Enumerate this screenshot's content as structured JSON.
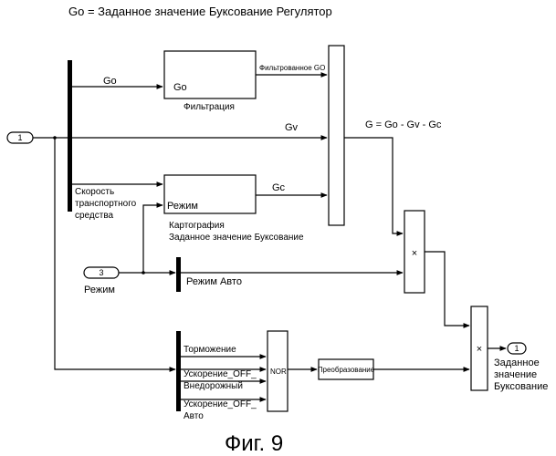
{
  "heading": "Go = Заданное значение Буксование Регулятор",
  "figure_caption": "Фиг. 9",
  "inputs": {
    "in1": {
      "number": "1"
    },
    "in3": {
      "number": "3",
      "label": "Режим"
    }
  },
  "output": {
    "number": "1",
    "label_lines": [
      "Заданное",
      "значение",
      "Буксование"
    ]
  },
  "demux_outputs": {
    "go": "Go",
    "speed_lines": [
      "Скорость",
      "транспортного",
      "средства"
    ]
  },
  "blocks": {
    "filter": {
      "inner": "Go",
      "caption": "Фильтрация"
    },
    "map": {
      "inner": "Режим",
      "caption_lines": [
        "Картография",
        "Заданное значение Буксование"
      ]
    },
    "mult1": {
      "symbol": "×"
    },
    "mult2": {
      "symbol": "×"
    },
    "nor": {
      "label": "NOR"
    },
    "convert": {
      "label": "Преобразование"
    }
  },
  "signals": {
    "filtered_go": "Фильтрованное GO",
    "gv": "Gv",
    "gc": "Gc",
    "formula": "G = Go - Gv - Gc"
  },
  "mode_bus": {
    "label": "Режим Авто"
  },
  "brake_bus": {
    "items": [
      "Торможение",
      "Ускорение_OFF_",
      "Внедорожный",
      "Ускорение_OFF_",
      "Авто"
    ]
  }
}
